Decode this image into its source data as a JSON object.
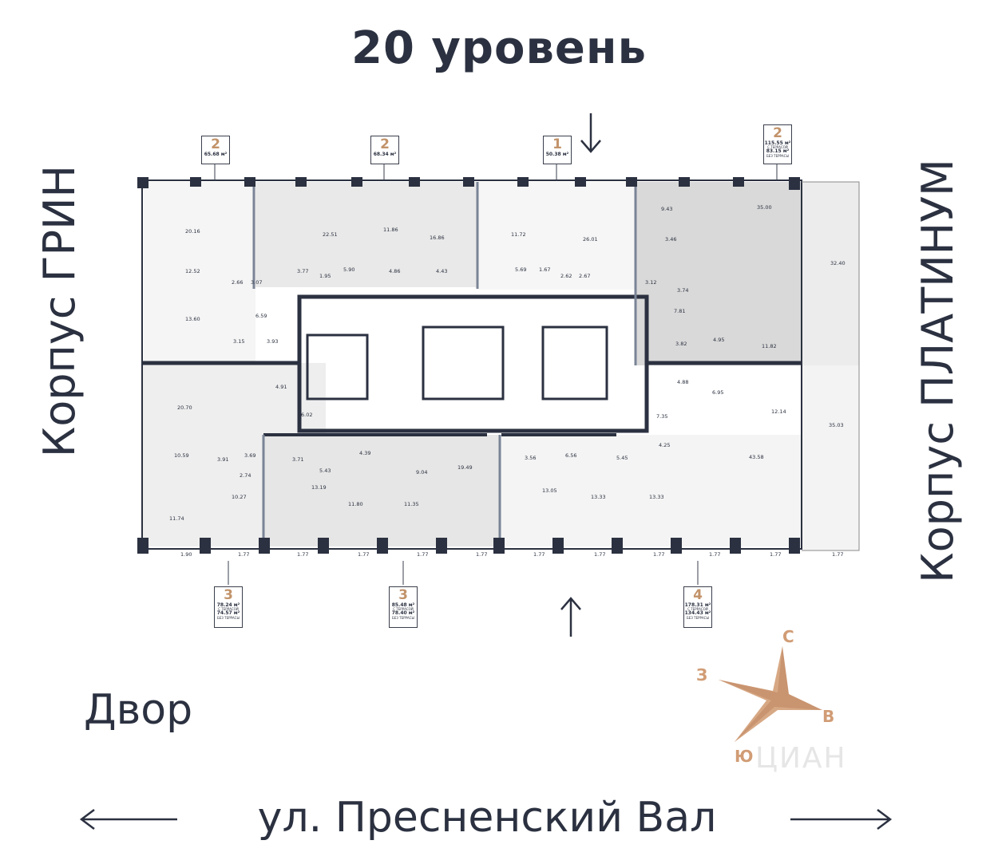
{
  "title": "20 уровень",
  "left_building": "Корпус ГРИН",
  "right_building": "Корпус ПЛАТИНУМ",
  "yard_label": "Двор",
  "street_label": "ул. Пресненский Вал",
  "compass": {
    "n": "С",
    "w": "З",
    "e": "В",
    "s": "Ю",
    "watermark": "ЦИАН"
  },
  "colors": {
    "accent": "#c2936a",
    "walls": "#2b3140",
    "shade": "#eeeeee",
    "dark_shade": "#d6d6d6"
  },
  "tags": [
    {
      "rooms": "2",
      "area": "65.68 м²"
    },
    {
      "rooms": "2",
      "area": "68.34 м²"
    },
    {
      "rooms": "1",
      "area": "50.38 м²"
    },
    {
      "rooms": "2",
      "area": "115.55 м²",
      "note1": "С ТЕРРАСОЙ",
      "area2": "83.15 м²",
      "note2": "БЕЗ ТЕРРАСЫ"
    },
    {
      "rooms": "3",
      "area": "78.24 м²",
      "note1": "С ТЕРРАСОЙ",
      "area2": "74.57 м²",
      "note2": "БЕЗ ТЕРРАСЫ"
    },
    {
      "rooms": "3",
      "area": "85.48 м²",
      "note1": "С ТЕРРАСОЙ",
      "area2": "78.40 м²",
      "note2": "БЕЗ ТЕРРАСЫ"
    },
    {
      "rooms": "4",
      "area": "178.31 м²",
      "note1": "С ТЕРРАСОЙ",
      "area2": "134.43 м²",
      "note2": "БЕЗ ТЕРРАСЫ"
    }
  ],
  "room_areas": [
    "20.16",
    "12.52",
    "2.66",
    "3.07",
    "13.60",
    "6.59",
    "3.15",
    "3.93",
    "22.51",
    "3.77",
    "1.95",
    "5.90",
    "11.86",
    "16.86",
    "4.86",
    "4.43",
    "11.72",
    "26.01",
    "5.69",
    "1.67",
    "2.62",
    "2.67",
    "9.43",
    "3.46",
    "35.00",
    "32.40",
    "3.12",
    "3.74",
    "7.81",
    "3.82",
    "4.95",
    "11.82",
    "20.70",
    "4.91",
    "6.02",
    "4.88",
    "6.95",
    "7.35",
    "12.14",
    "35.03",
    "10.59",
    "3.91",
    "3.69",
    "3.71",
    "5.43",
    "4.39",
    "9.04",
    "19.49",
    "3.56",
    "6.56",
    "5.45",
    "4.25",
    "43.58",
    "2.74",
    "10.27",
    "13.19",
    "11.80",
    "11.35",
    "13.05",
    "13.33",
    "13.33",
    "11.74",
    "1.90",
    "1.77",
    "1.77",
    "1.77",
    "1.77",
    "1.77",
    "1.77",
    "1.77",
    "1.77",
    "1.77",
    "1.77",
    "1.77"
  ]
}
